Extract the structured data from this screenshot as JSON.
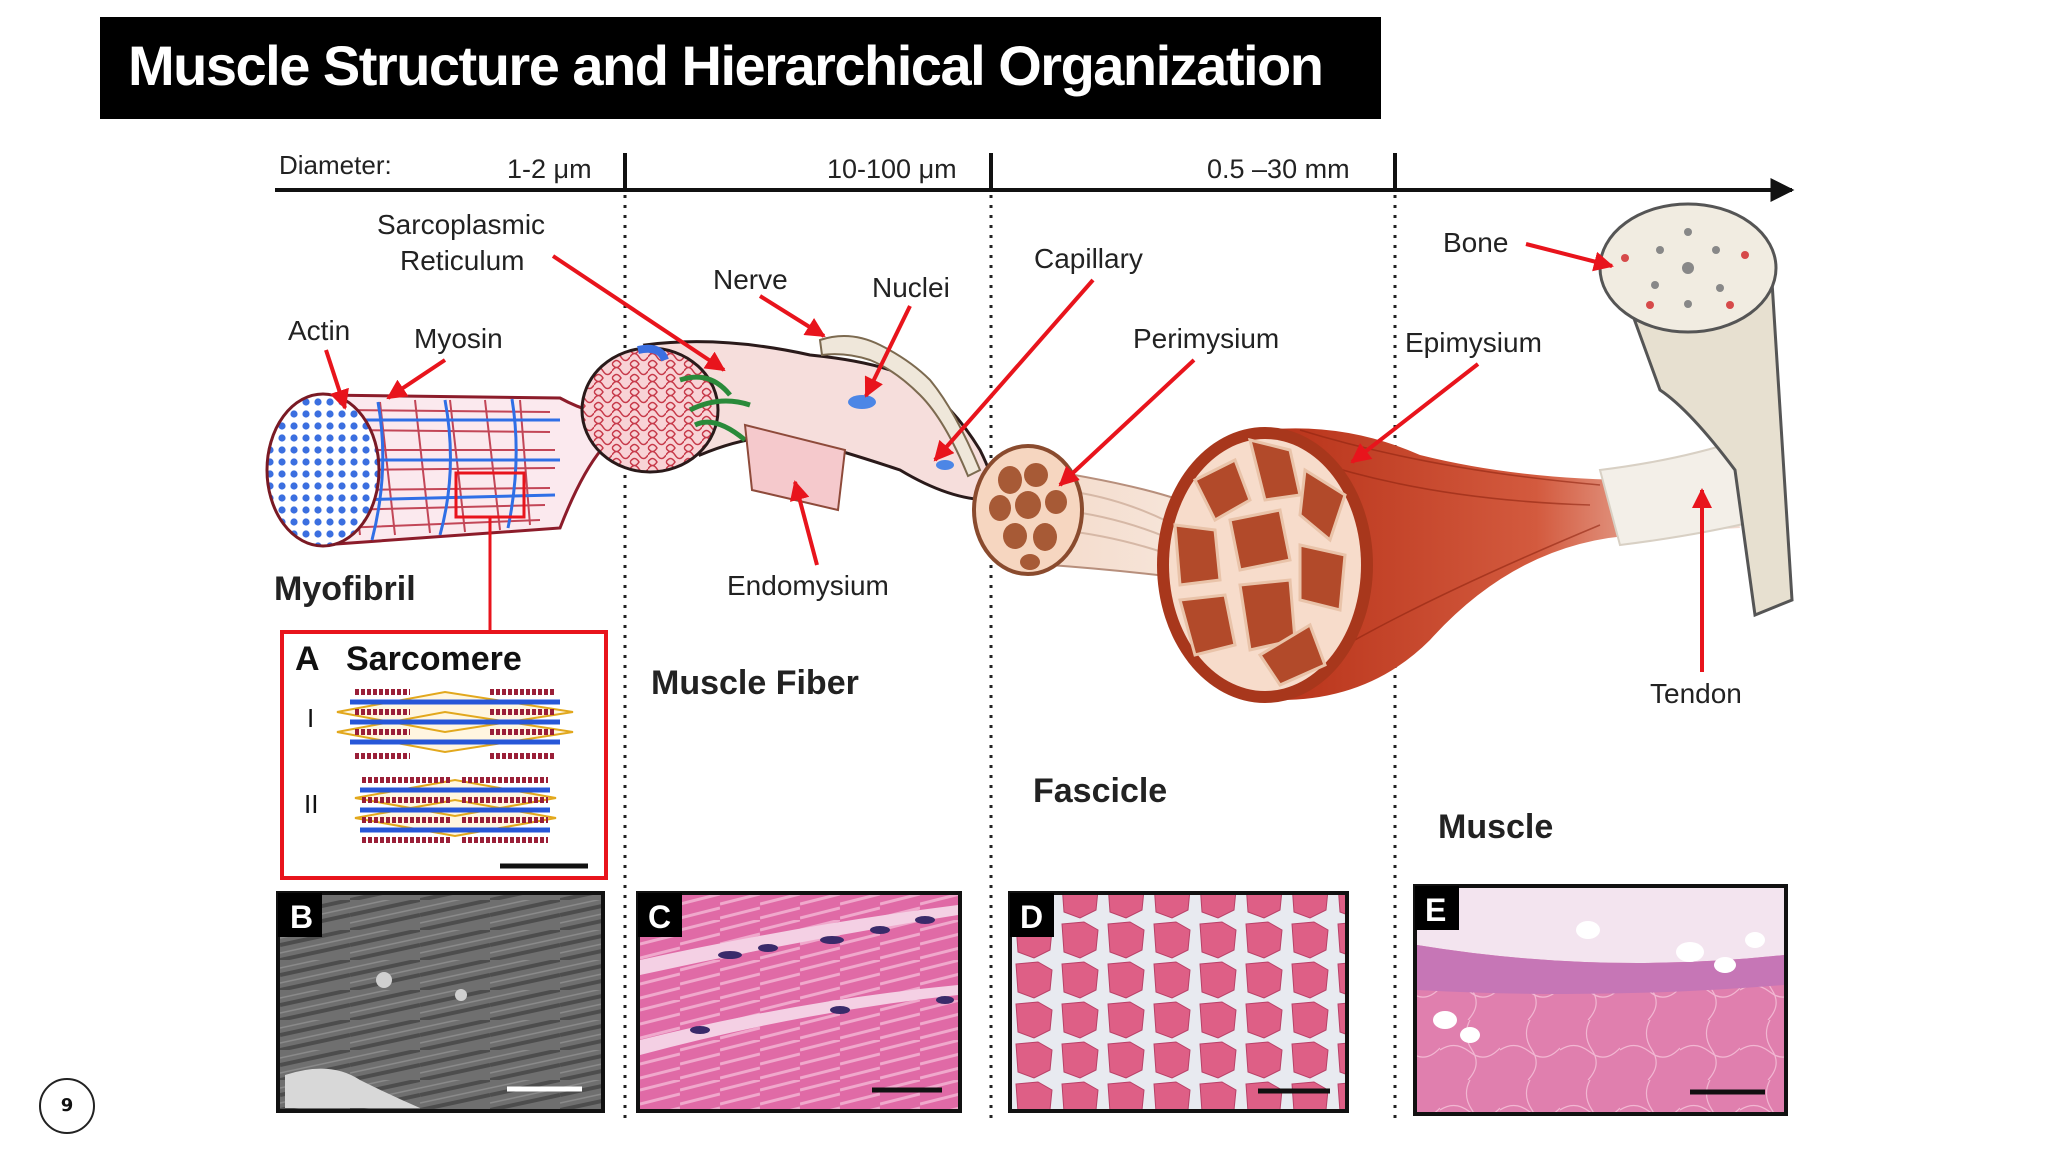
{
  "slide": {
    "title": "Muscle Structure and Hierarchical Organization",
    "page_number": "9"
  },
  "diagram": {
    "diameter_label": "Diameter:",
    "diameters": [
      "1-2 μm",
      "10-100 μm",
      "0.5 –30  mm"
    ],
    "callouts": {
      "sarcoplasmic_1": "Sarcoplasmic",
      "sarcoplasmic_2": "Reticulum",
      "actin": "Actin",
      "myosin": "Myosin",
      "nerve": "Nerve",
      "nuclei": "Nuclei",
      "endomysium": "Endomysium",
      "capillary": "Capillary",
      "perimysium": "Perimysium",
      "bone": "Bone",
      "epimysium": "Epimysium",
      "tendon": "Tendon"
    },
    "levels": {
      "myofibril": "Myofibril",
      "muscle_fiber": "Muscle Fiber",
      "fascicle": "Fascicle",
      "muscle": "Muscle"
    },
    "sarcomere": {
      "letter": "A",
      "title": "Sarcomere",
      "row1": "I",
      "row2": "II"
    },
    "panels": [
      "B",
      "C",
      "D",
      "E"
    ]
  },
  "colors": {
    "arrow_red": "#e8141c",
    "muscle_red": "#c23a1a",
    "fiber_pink": "#f2a9b0",
    "actin_blue": "#2a62d8",
    "histology_pink": "#d9609a"
  }
}
